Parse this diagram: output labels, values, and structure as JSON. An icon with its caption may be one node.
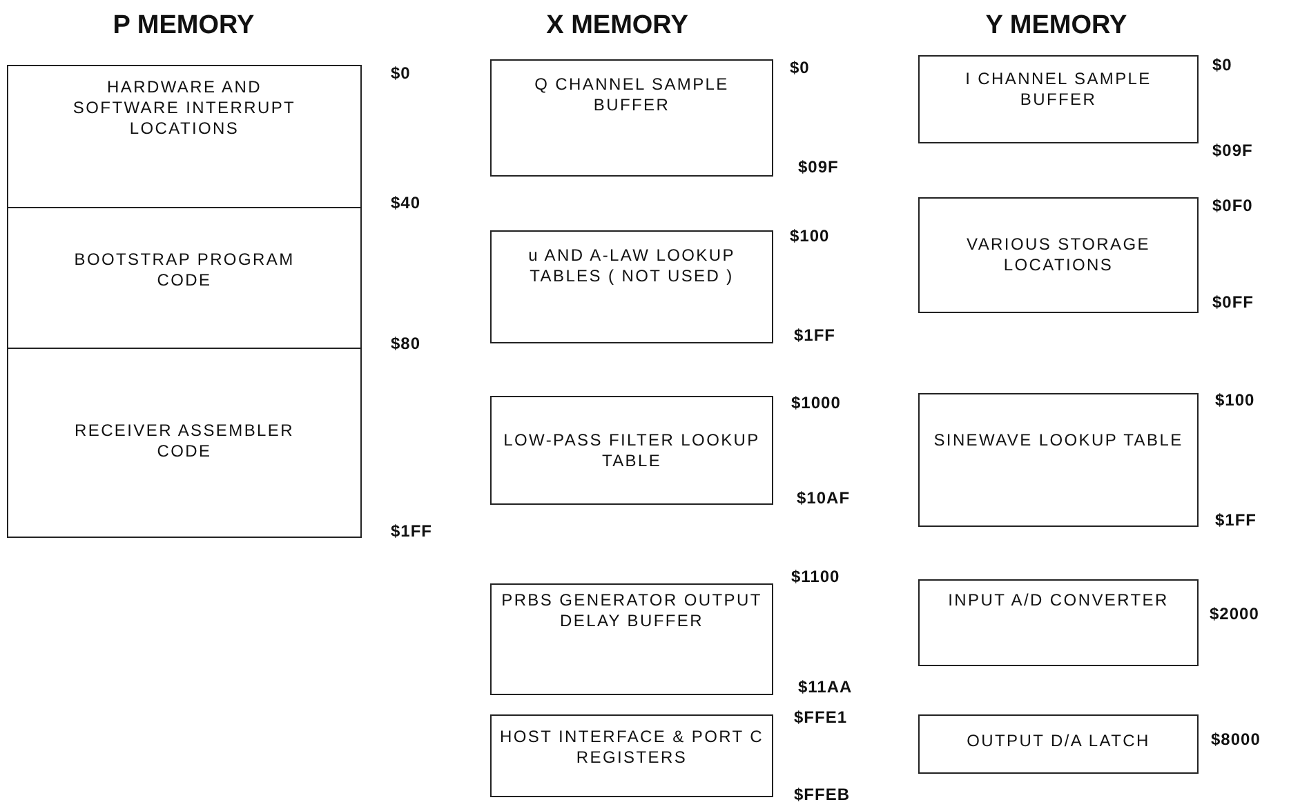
{
  "diagram": {
    "nodes": [
      {
        "text": [
          "HARDWARE AND SOFTWARE INTERRUPT LOCATIONS"
        ],
        "beside": [
          "$0",
          "$40"
        ]
      },
      {
        "text": [
          "BOOTSTRAP PROGRAM CODE"
        ],
        "beside": [
          "$80"
        ]
      },
      {
        "text": [
          "RECEIVER ASSEMBLER CODE"
        ],
        "beside": [
          "$1FF"
        ]
      },
      {
        "text": [
          "Q CHANNEL SAMPLE BUFFER"
        ],
        "beside": [
          "$0",
          "$09F"
        ]
      },
      {
        "text": [
          "u AND A-LAW LOOKUP TABLES ( NOT USED )"
        ],
        "beside": [
          "$100",
          "$1FF"
        ]
      },
      {
        "text": [
          "LOW-PASS FILTER LOOKUP TABLE"
        ],
        "beside": [
          "$1000",
          "$10AF"
        ]
      },
      {
        "text": [
          "PRBS GENERATOR OUTPUT DELAY BUFFER"
        ],
        "beside": [
          "$1100",
          "$11AA"
        ]
      },
      {
        "text": [
          "HOST INTERFACE & PORT C REGISTERS"
        ],
        "beside": [
          "$FFE1",
          "$FFEB"
        ]
      },
      {
        "text": [
          "I CHANNEL SAMPLE BUFFER"
        ],
        "beside": [
          "$0",
          "$09F"
        ]
      },
      {
        "text": [
          "VARIOUS STORAGE LOCATIONS"
        ],
        "beside": [
          "$0F0",
          "$0FF"
        ]
      },
      {
        "text": [
          "SINEWAVE LOOKUP TABLE"
        ],
        "beside": [
          "$100",
          "$1FF"
        ]
      },
      {
        "text": [
          "INPUT A/D CONVERTER"
        ],
        "beside": [
          "$2000"
        ]
      },
      {
        "text": [
          "OUTPUT D/A LATCH"
        ],
        "beside": [
          "$8000"
        ]
      }
    ],
    "labels": [
      "P MEMORY",
      "X MEMORY",
      "Y MEMORY"
    ]
  }
}
